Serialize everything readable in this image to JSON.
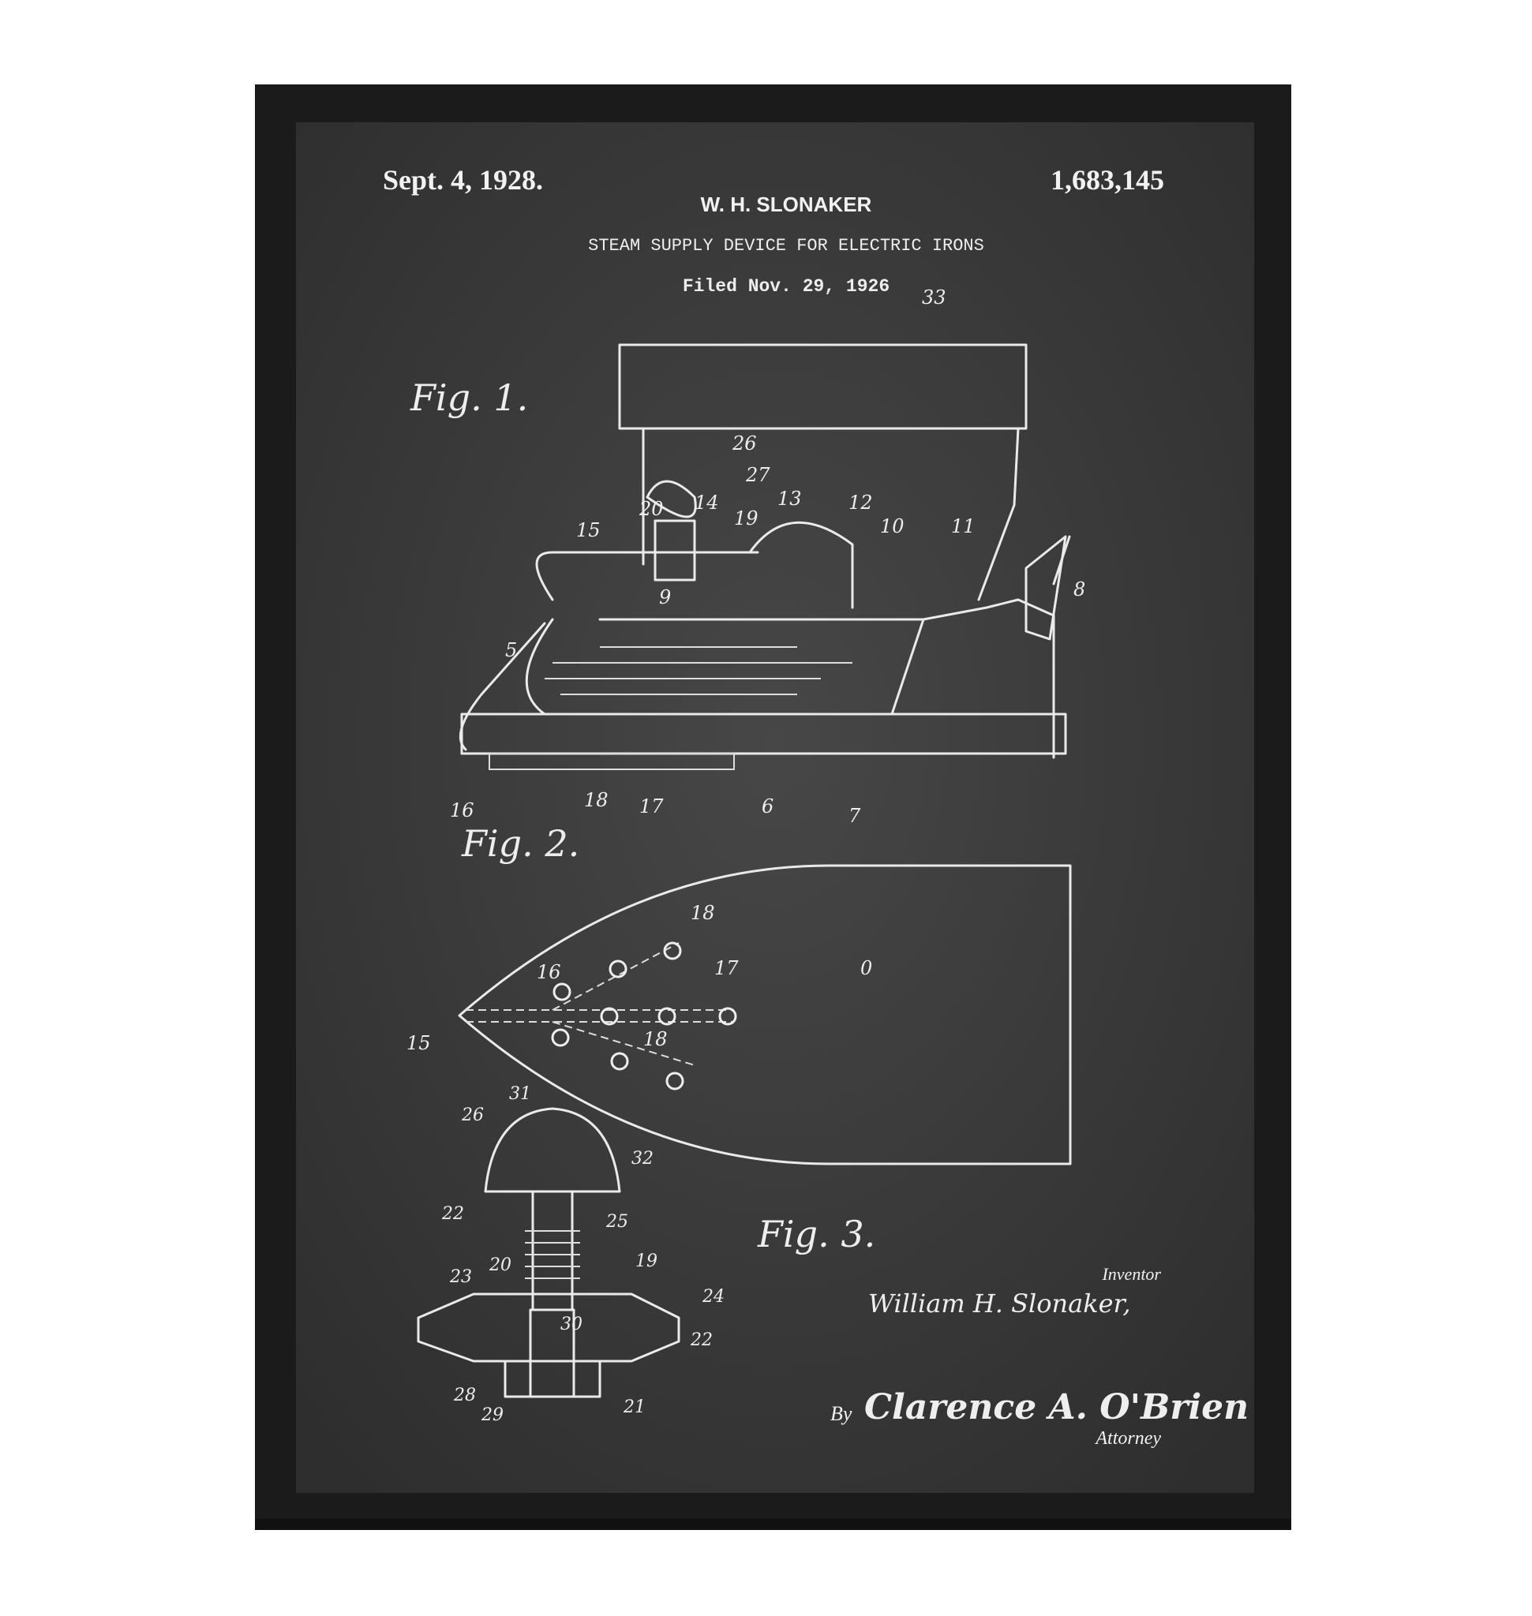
{
  "poster": {
    "date": "Sept. 4, 1928.",
    "patent_number": "1,683,145",
    "inventor_header": "W. H. SLONAKER",
    "title": "STEAM SUPPLY DEVICE FOR ELECTRIC IRONS",
    "filed": "Filed Nov. 29, 1926",
    "fig1_label": "Fig. 1.",
    "fig2_label": "Fig. 2.",
    "fig3_label": "Fig. 3.",
    "inventor_caption": "Inventor",
    "inventor_signature": "William H. Slonaker,",
    "by_label": "By",
    "attorney_signature": "Clarence A. O'Brien",
    "attorney_caption": "Attorney",
    "fig1_numbers": [
      "33",
      "26",
      "27",
      "20",
      "14",
      "13",
      "19",
      "12",
      "10",
      "11",
      "15",
      "9",
      "8",
      "5",
      "16",
      "18",
      "17",
      "6",
      "7"
    ],
    "fig2_numbers": [
      "18",
      "16",
      "17",
      "0",
      "15",
      "18"
    ],
    "fig3_numbers": [
      "26",
      "31",
      "32",
      "22",
      "25",
      "20",
      "19",
      "23",
      "24",
      "22",
      "30",
      "28",
      "29",
      "21"
    ]
  },
  "colors": {
    "frame": "#1a1a1a",
    "board": "#3a3a3a",
    "chalk": "#eeeeee"
  }
}
